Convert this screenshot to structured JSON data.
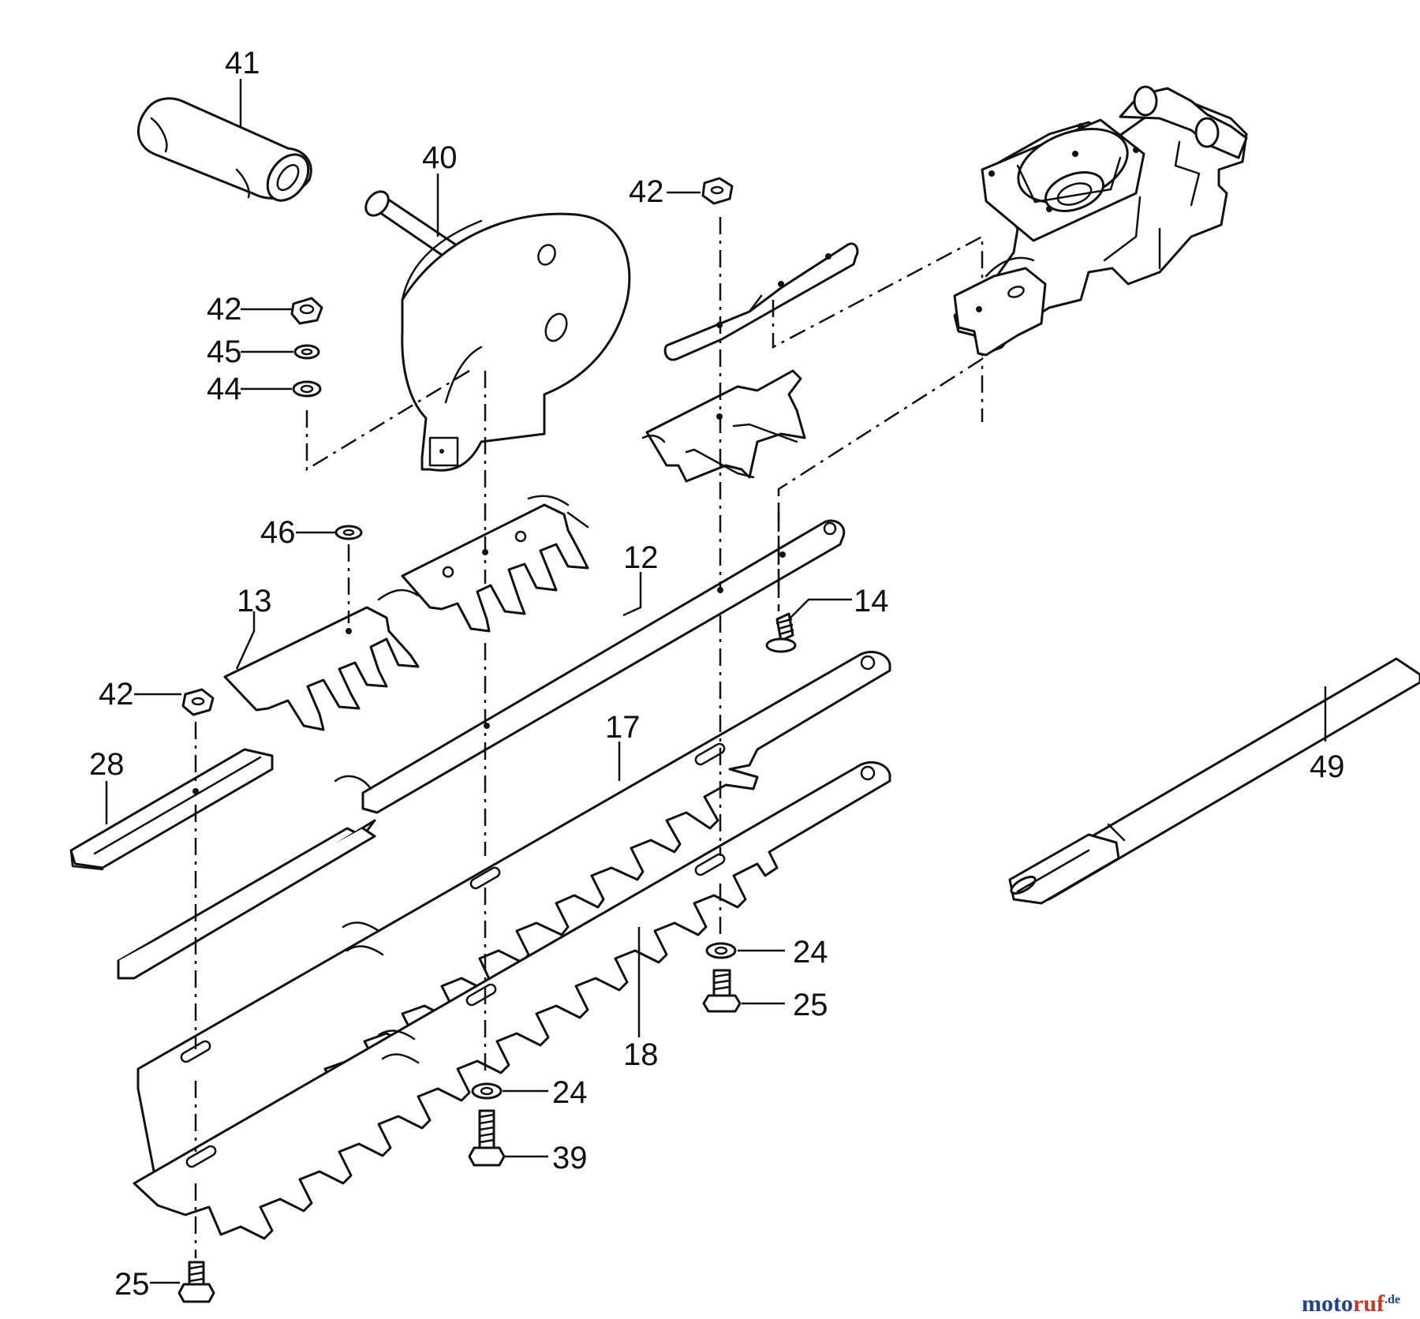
{
  "callouts": {
    "p41": "41",
    "p40": "40",
    "p42a": "42",
    "p42b": "42",
    "p42c": "42",
    "p45": "45",
    "p44": "44",
    "p46": "46",
    "p13": "13",
    "p12": "12",
    "p14": "14",
    "p28": "28",
    "p17": "17",
    "p49": "49",
    "p24a": "24",
    "p25a": "25",
    "p18": "18",
    "p24b": "24",
    "p39": "39",
    "p25b": "25"
  },
  "watermark": {
    "part1": "moto",
    "part2": "ruf",
    "suffix": ".de"
  },
  "colors": {
    "line": "#111111",
    "watermark_blue": "#1f3f8f",
    "watermark_red": "#c0392b"
  }
}
